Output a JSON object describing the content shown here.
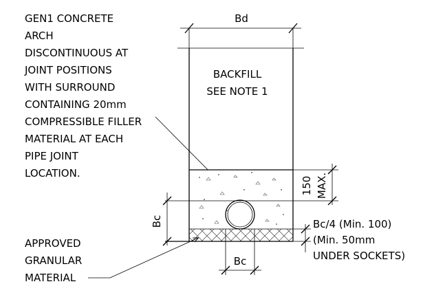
{
  "title_note": {
    "lines": [
      "GEN1 CONCRETE",
      "ARCH",
      "DISCONTINUOUS AT",
      "JOINT POSITIONS",
      "WITH SURROUND",
      "CONTAINING 20mm",
      "COMPRESSIBLE FILLER",
      "MATERIAL AT EACH",
      "PIPE JOINT",
      "LOCATION."
    ]
  },
  "trench_width_label": "Bd",
  "backfill": {
    "line1": "BACKFILL",
    "line2": "SEE NOTE 1"
  },
  "surround_depth": {
    "value": "150",
    "max": "MAX."
  },
  "bc_vertical_label": "Bc",
  "bc_horizontal_label": "Bc",
  "bedding_note": {
    "line1": "Bc/4 (Min. 100)",
    "line2": "(Min. 50mm",
    "line3": "UNDER SOCKETS)"
  },
  "granular_note": {
    "lines": [
      "APPROVED",
      "GRANULAR",
      "MATERIAL"
    ]
  }
}
